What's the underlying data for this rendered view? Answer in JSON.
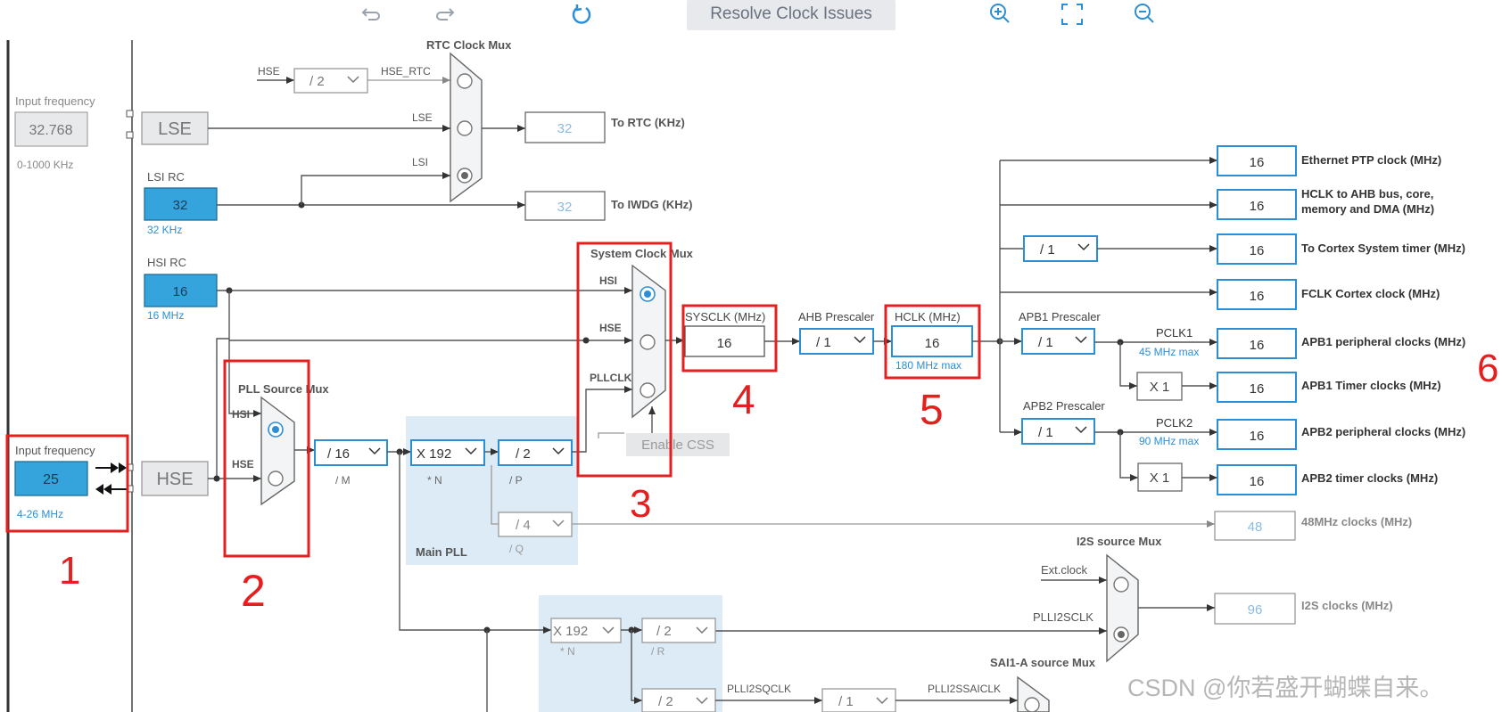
{
  "toolbar": {
    "undo_icon": "undo-icon",
    "redo_icon": "redo-icon",
    "refresh_icon": "refresh-icon",
    "resolve_label": "Resolve Clock Issues",
    "zoom_in_icon": "zoom-in-icon",
    "fit_icon": "fit-screen-icon",
    "zoom_out_icon": "zoom-out-icon"
  },
  "rtc": {
    "mux_label": "RTC Clock Mux",
    "hse_label": "HSE",
    "div_value": "/ 2",
    "hse_rtc_label": "HSE_RTC",
    "lse_wire_label": "LSE",
    "lsi_wire_label": "LSI",
    "out_value": "32",
    "out_label": "To RTC (KHz)"
  },
  "lse": {
    "input_freq_label": "Input frequency",
    "value": "32.768",
    "range": "0-1000 KHz",
    "block_label": "LSE"
  },
  "lsi": {
    "title": "LSI RC",
    "value": "32",
    "unit": "32 KHz",
    "iwdg_value": "32",
    "iwdg_label": "To IWDG (KHz)"
  },
  "hsi": {
    "title": "HSI RC",
    "value": "16",
    "unit": "16 MHz"
  },
  "hse": {
    "input_freq_label": "Input frequency",
    "value": "25",
    "range": "4-26 MHz",
    "block_label": "HSE"
  },
  "pll_src": {
    "label": "PLL Source Mux",
    "hsi": "HSI",
    "hse": "HSE"
  },
  "pll": {
    "m_value": "/ 16",
    "m_label": "/ M",
    "n_value": "X 192",
    "n_label": "* N",
    "p_value": "/ 2",
    "p_label": "/ P",
    "q_value": "/ 4",
    "q_label": "/ Q",
    "main_label": "Main PLL"
  },
  "sysmux": {
    "label": "System Clock Mux",
    "hsi": "HSI",
    "hse": "HSE",
    "pllclk": "PLLCLK",
    "css_label": "Enable CSS"
  },
  "sysclk": {
    "label": "SYSCLK (MHz)",
    "value": "16"
  },
  "ahb": {
    "label": "AHB Prescaler",
    "value": "/ 1"
  },
  "hclk": {
    "label": "HCLK (MHz)",
    "value": "16",
    "max": "180 MHz max"
  },
  "apb1": {
    "label": "APB1 Prescaler",
    "value": "/ 1",
    "pclk_label": "PCLK1",
    "pclk_max": "45 MHz max",
    "timer_mult": "X 1"
  },
  "apb2": {
    "label": "APB2 Prescaler",
    "value": "/ 1",
    "pclk_label": "PCLK2",
    "pclk_max": "90 MHz max",
    "timer_mult": "X 1"
  },
  "cortex_div": "/ 1",
  "outputs": [
    {
      "value": "16",
      "label": "Ethernet PTP clock (MHz)"
    },
    {
      "value": "16",
      "label": "HCLK to AHB bus, core,",
      "label2": "memory and DMA (MHz)"
    },
    {
      "value": "16",
      "label": "To Cortex System timer (MHz)"
    },
    {
      "value": "16",
      "label": "FCLK Cortex clock (MHz)"
    },
    {
      "value": "16",
      "label": "APB1 peripheral clocks (MHz)"
    },
    {
      "value": "16",
      "label": "APB1 Timer clocks (MHz)"
    },
    {
      "value": "16",
      "label": "APB2 peripheral clocks (MHz)"
    },
    {
      "value": "16",
      "label": "APB2 timer clocks (MHz)"
    },
    {
      "value": "48",
      "label": "48MHz clocks (MHz)"
    },
    {
      "value": "96",
      "label": "I2S clocks (MHz)"
    }
  ],
  "i2s": {
    "mux_label": "I2S source Mux",
    "ext_label": "Ext.clock",
    "plli2sclk": "PLLI2SCLK"
  },
  "plli2s": {
    "n_value": "X 192",
    "n_label": "* N",
    "r_value": "/ 2",
    "r_label": "/ R",
    "q_value": "/ 2",
    "q_label": "PLLI2SQCLK",
    "div_value": "/ 1",
    "sai_label": "PLLI2SSAICLK"
  },
  "sai": {
    "mux_label": "SAI1-A source Mux"
  },
  "annotations": [
    "1",
    "2",
    "3",
    "4",
    "5",
    "6"
  ],
  "watermark": "CSDN @你若盛开蝴蝶自来。"
}
